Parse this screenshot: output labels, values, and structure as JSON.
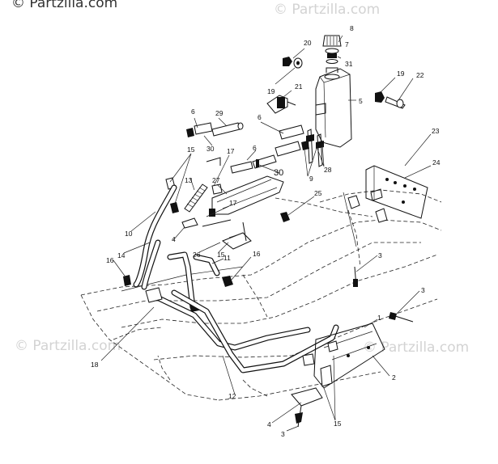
{
  "watermarks": {
    "top_left": "© Partzilla.com",
    "top_right": "© Partzilla.com",
    "mid_left": "© Partzilla.com",
    "mid_right": "© Partzilla.com"
  },
  "callouts": [
    {
      "id": "c-8",
      "text": "8"
    },
    {
      "id": "c-20",
      "text": "20"
    },
    {
      "id": "c-7",
      "text": "7"
    },
    {
      "id": "c-31",
      "text": "31"
    },
    {
      "id": "c-21",
      "text": "21"
    },
    {
      "id": "c-19a",
      "text": "19"
    },
    {
      "id": "c-19b",
      "text": "19"
    },
    {
      "id": "c-22",
      "text": "22"
    },
    {
      "id": "c-5",
      "text": "5"
    },
    {
      "id": "c-6a",
      "text": "6"
    },
    {
      "id": "c-29",
      "text": "29"
    },
    {
      "id": "c-30a",
      "text": "30"
    },
    {
      "id": "c-6b",
      "text": "6"
    },
    {
      "id": "c-6c",
      "text": "6"
    },
    {
      "id": "c-30b",
      "text": "30"
    },
    {
      "id": "c-9",
      "text": "9"
    },
    {
      "id": "c-28",
      "text": "28"
    },
    {
      "id": "c-23",
      "text": "23"
    },
    {
      "id": "c-24",
      "text": "24"
    },
    {
      "id": "c-15a",
      "text": "15"
    },
    {
      "id": "c-17a",
      "text": "17"
    },
    {
      "id": "c-13",
      "text": "13"
    },
    {
      "id": "c-27",
      "text": "27"
    },
    {
      "id": "c-25",
      "text": "25"
    },
    {
      "id": "c-17b",
      "text": "17"
    },
    {
      "id": "c-10",
      "text": "10"
    },
    {
      "id": "c-14",
      "text": "14"
    },
    {
      "id": "c-4a",
      "text": "4"
    },
    {
      "id": "c-26",
      "text": "26"
    },
    {
      "id": "c-15b",
      "text": "15"
    },
    {
      "id": "c-16a",
      "text": "16"
    },
    {
      "id": "c-11",
      "text": "11"
    },
    {
      "id": "c-16b",
      "text": "16"
    },
    {
      "id": "c-3a",
      "text": "3"
    },
    {
      "id": "c-3b",
      "text": "3"
    },
    {
      "id": "c-18",
      "text": "18"
    },
    {
      "id": "c-1",
      "text": "1"
    },
    {
      "id": "c-2",
      "text": "2"
    },
    {
      "id": "c-12",
      "text": "12"
    },
    {
      "id": "c-4b",
      "text": "4"
    },
    {
      "id": "c-15c",
      "text": "15"
    },
    {
      "id": "c-3c",
      "text": "3"
    }
  ]
}
